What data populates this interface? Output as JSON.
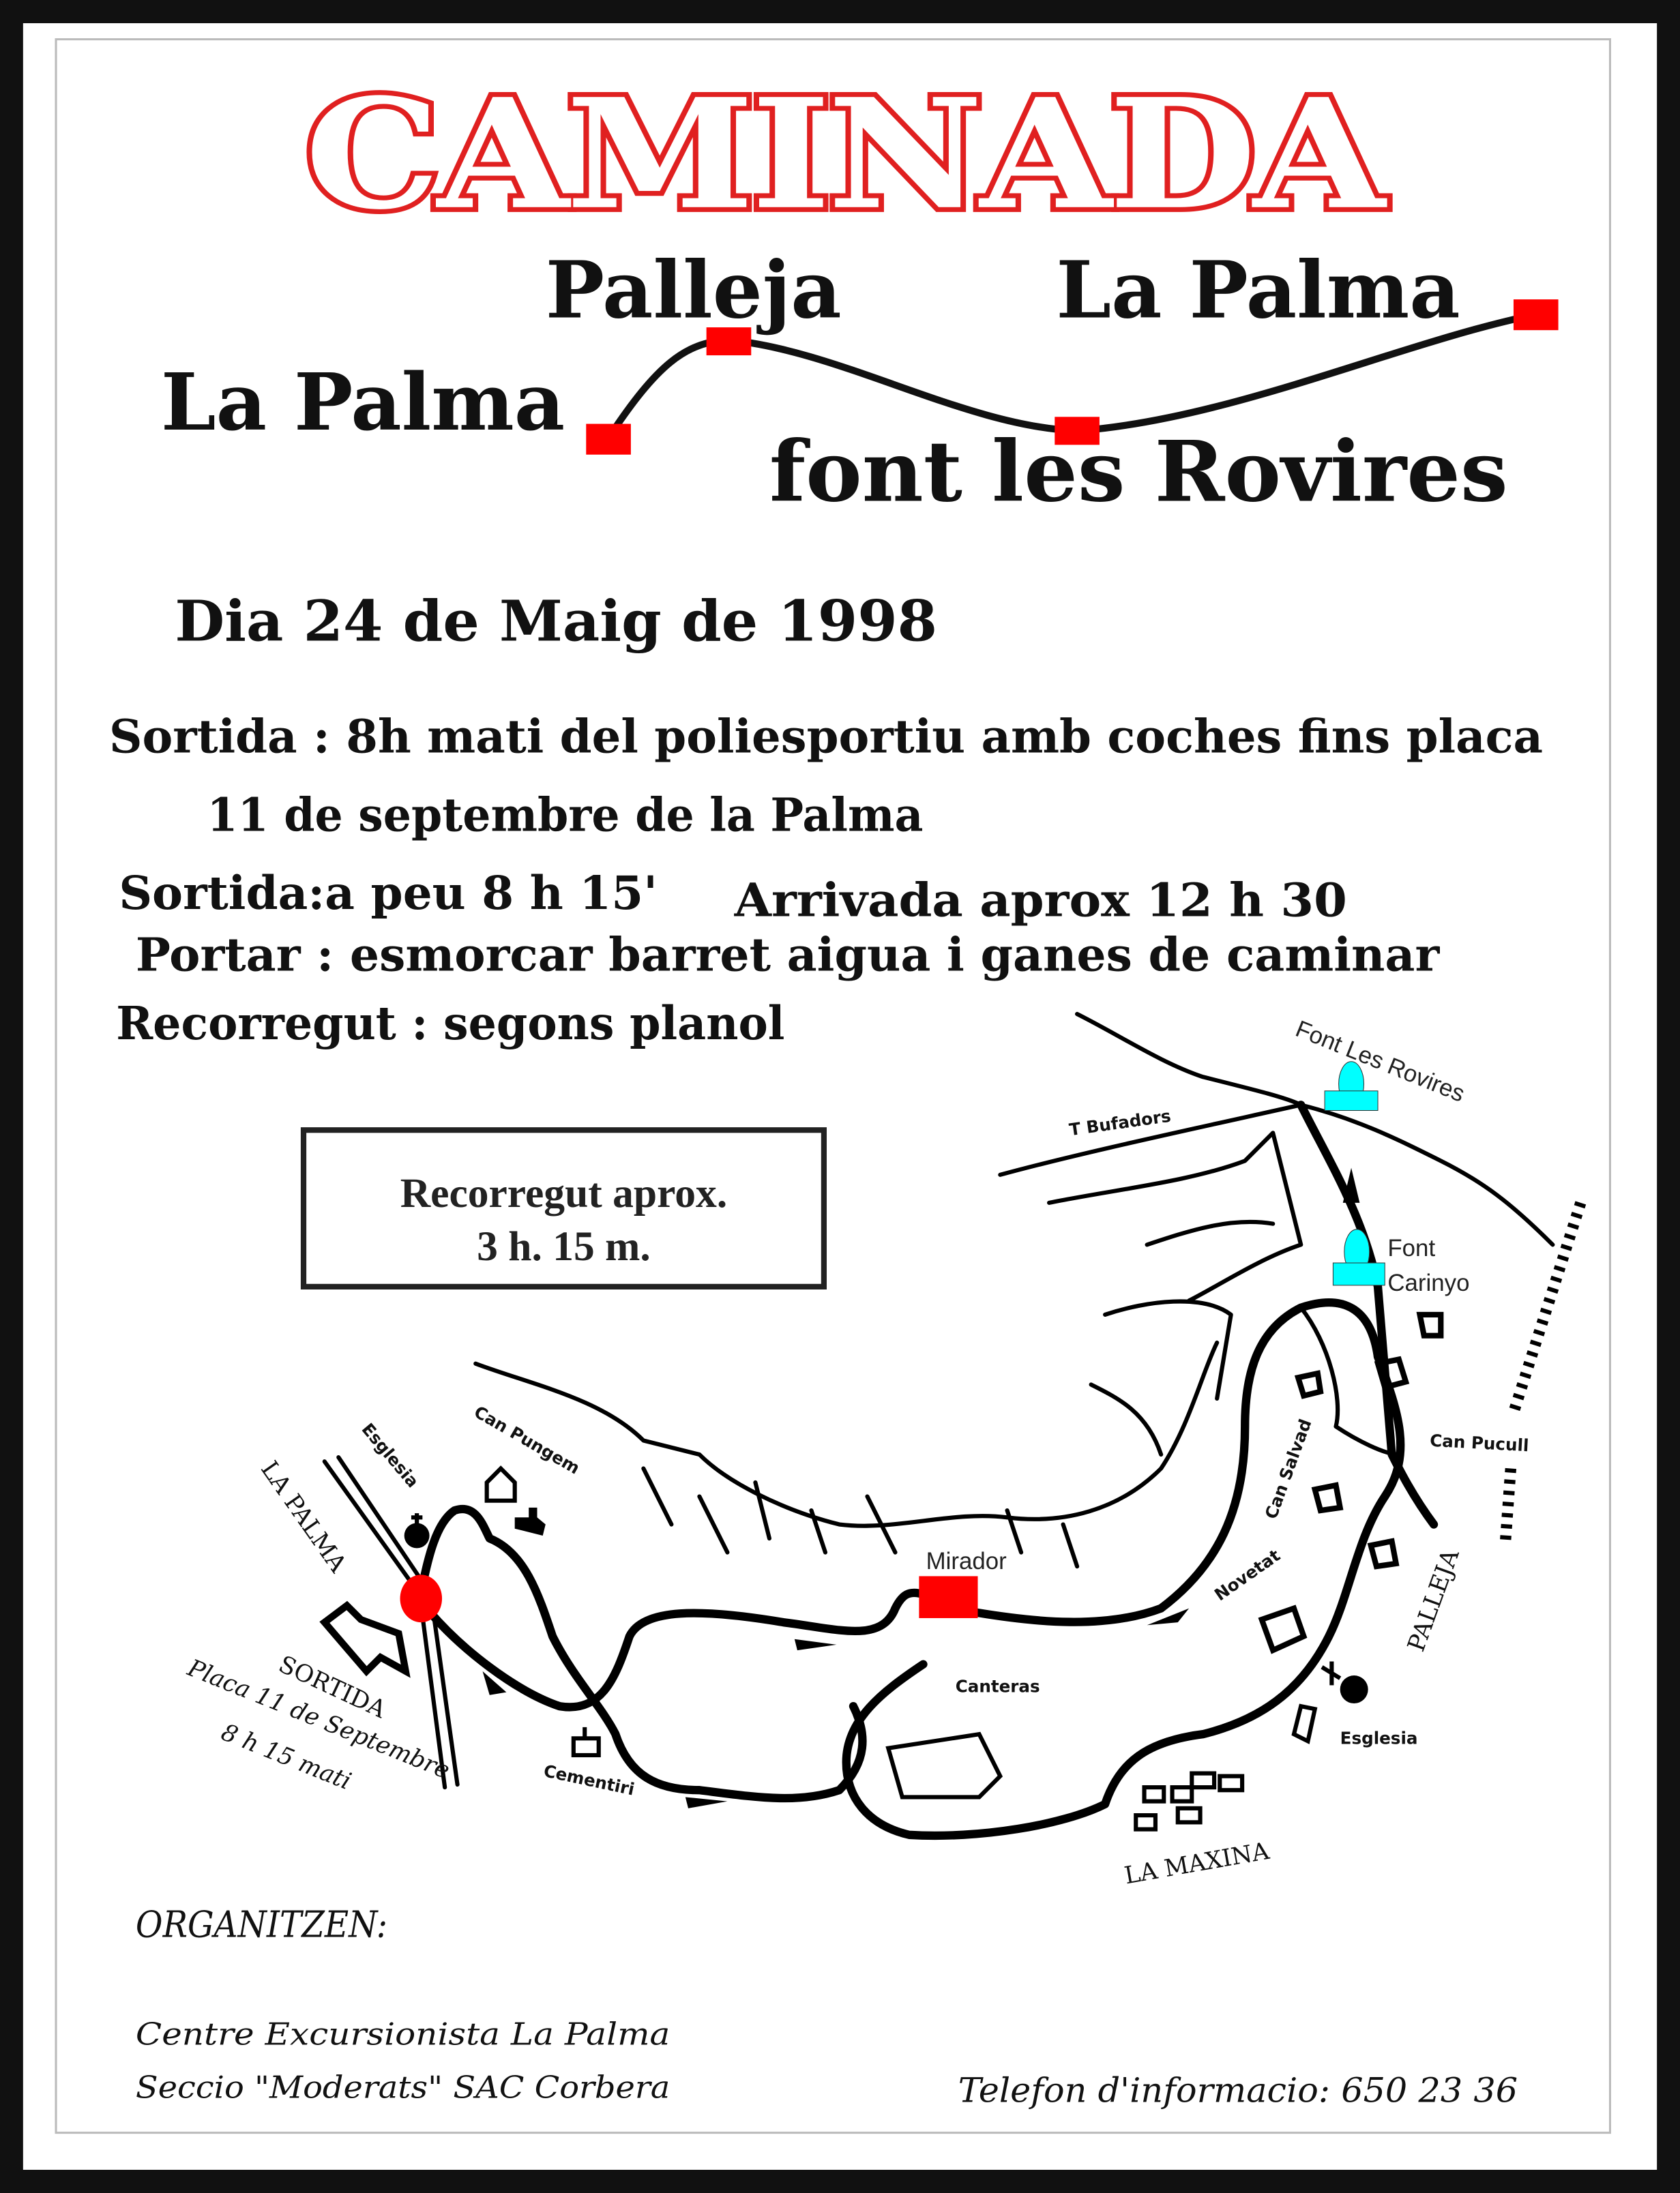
{
  "title": "CAMINADA",
  "route": {
    "start": "La Palma",
    "stop1": "Palleja",
    "stop2": "font les Rovires",
    "end": "La Palma",
    "marker_color": "#ff0000"
  },
  "date": "Dia 24 de Maig de 1998",
  "details": {
    "line1": "Sortida : 8h mati del poliesportiu amb coches fins placa",
    "line2": "11 de septembre de la Palma",
    "line3a": "Sortida:a peu 8 h 15'",
    "line3b": "Arrivada aprox  12 h 30",
    "line4": "Portar : esmorcar  barret  aigua i ganes de caminar",
    "line5": "Recorregut : segons planol"
  },
  "duration_box": {
    "line1": "Recorregut aprox.",
    "line2": "3 h. 15 m."
  },
  "map": {
    "labels": {
      "font_rovires": "Font Les Rovires",
      "bufadors": "T  Bufadors",
      "font_carinyo_1": "Font",
      "font_carinyo_2": "Carinyo",
      "can_pucull": "Can Pucull",
      "can_salvad": "Can Salvad",
      "novetat": "Novetat",
      "palleja": "PALLEJA",
      "esglesia_right": "Esglesia",
      "la_maxina": "LA MAXINA",
      "canteras": "Canteras",
      "mirador": "Mirador",
      "cementiri": "Cementiri",
      "can_pungem": "Can Pungem",
      "esglesia_left": "Esglesia",
      "la_palma": "LA PALMA",
      "sortida": "SORTIDA",
      "placa": "Placa  11 de Septembre",
      "hora": "8 h 15  mati"
    },
    "fountain_color": "#00ffff",
    "start_color": "#ff0000"
  },
  "footer": {
    "organitzen": "ORGANITZEN:",
    "org1": "Centre Excursionista La Palma",
    "org2": "Seccio \"Moderats\" SAC Corbera",
    "phone": "Telefon d'informacio: 650 23 36"
  }
}
